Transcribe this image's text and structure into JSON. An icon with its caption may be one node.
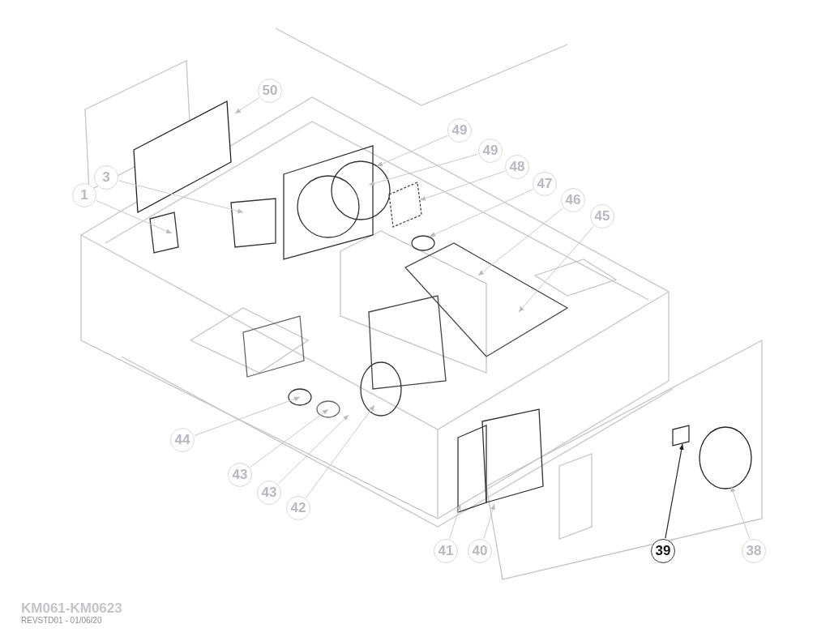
{
  "diagram": {
    "nodes": [
      {
        "text": [
          "50"
        ]
      },
      {
        "text": [
          "49"
        ]
      },
      {
        "text": [
          "49"
        ]
      },
      {
        "text": [
          "48"
        ]
      },
      {
        "text": [
          "3"
        ]
      },
      {
        "text": [
          "47"
        ]
      },
      {
        "text": [
          "1"
        ]
      },
      {
        "text": [
          "46"
        ]
      },
      {
        "text": [
          "45"
        ]
      },
      {
        "text": [
          "44"
        ]
      },
      {
        "text": [
          "43"
        ]
      },
      {
        "text": [
          "43"
        ]
      },
      {
        "text": [
          "42"
        ]
      },
      {
        "text": [
          "41"
        ]
      },
      {
        "text": [
          "40"
        ]
      },
      {
        "text": [
          "39"
        ]
      },
      {
        "text": [
          "38"
        ]
      }
    ],
    "edges": [
      {
        "from": 0,
        "to": null,
        "arrow": "to"
      },
      {
        "from": 1,
        "to": null,
        "arrow": "to"
      },
      {
        "from": 2,
        "to": null,
        "arrow": "to"
      },
      {
        "from": 3,
        "to": null,
        "arrow": "to"
      },
      {
        "from": 4,
        "to": null,
        "arrow": "to"
      },
      {
        "from": 5,
        "to": null,
        "arrow": "to"
      },
      {
        "from": 6,
        "to": null,
        "arrow": "to"
      },
      {
        "from": 7,
        "to": null,
        "arrow": "to"
      },
      {
        "from": 8,
        "to": null,
        "arrow": "to"
      },
      {
        "from": 9,
        "to": null,
        "arrow": "to"
      },
      {
        "from": 10,
        "to": null,
        "arrow": "to"
      },
      {
        "from": 11,
        "to": null,
        "arrow": "to"
      },
      {
        "from": 12,
        "to": null,
        "arrow": "to"
      },
      {
        "from": 13,
        "to": null,
        "arrow": "to"
      },
      {
        "from": 14,
        "to": null,
        "arrow": "to"
      },
      {
        "from": 15,
        "to": null,
        "arrow": "to",
        "color": "#222222"
      },
      {
        "from": 16,
        "to": null,
        "arrow": "to"
      }
    ],
    "labels": [
      "KM061-KM0623",
      "REVSTD01 - 01/06/20"
    ]
  }
}
